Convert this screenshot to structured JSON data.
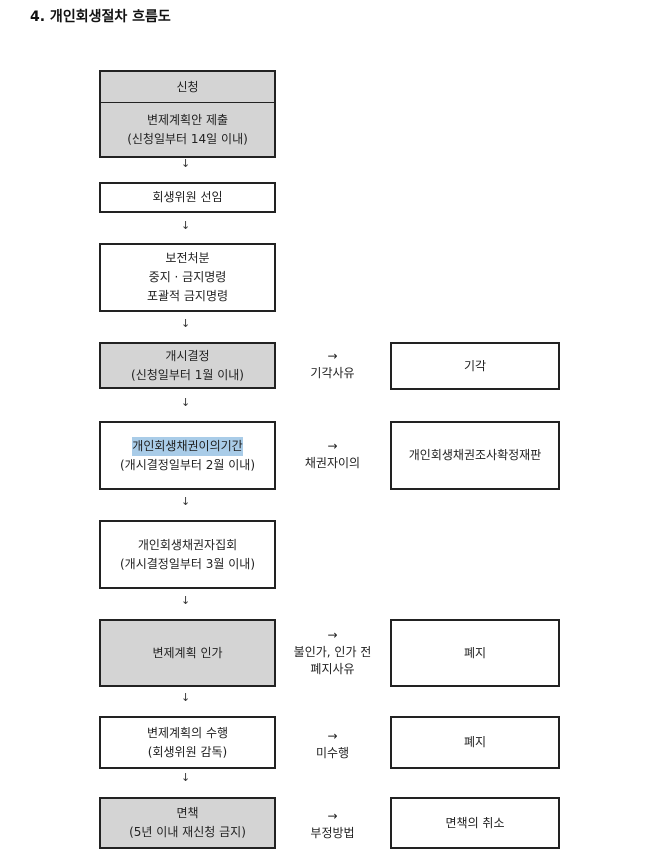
{
  "title": "4. 개인회생절차 흐름도",
  "arrow_down": "↓",
  "arrow_right": "→",
  "steps": [
    {
      "lines": [
        "신청"
      ],
      "sub": [
        "변제계획안 제출",
        "(신청일부터 14일 이내)"
      ]
    },
    {
      "lines": [
        "회생위원 선임"
      ]
    },
    {
      "lines": [
        "보전처분",
        "중지 · 금지명령",
        "포괄적 금지명령"
      ]
    },
    {
      "lines": [
        "개시결정",
        "(신청일부터 1월 이내)"
      ]
    },
    {
      "lines": [
        "개인회생채권이의기간",
        "(개시결정일부터 2월 이내)"
      ]
    },
    {
      "lines": [
        "개인회생채권자집회",
        "(개시결정일부터 3월 이내)"
      ]
    },
    {
      "lines": [
        "변제계획 인가"
      ]
    },
    {
      "lines": [
        "변제계획의 수행",
        "(회생위원 감독)"
      ]
    },
    {
      "lines": [
        "면책",
        "(5년 이내 재신청 금지)"
      ]
    }
  ],
  "branches": [
    {
      "condition": [
        "기각사유"
      ],
      "result": "기각"
    },
    {
      "condition": [
        "채권자이의"
      ],
      "result": "개인회생채권조사확정재판"
    },
    {
      "condition": [
        "불인가, 인가 전",
        "폐지사유"
      ],
      "result": "폐지"
    },
    {
      "condition": [
        "미수행"
      ],
      "result": "폐지"
    },
    {
      "condition": [
        "부정방법"
      ],
      "result": "면책의 취소"
    }
  ]
}
